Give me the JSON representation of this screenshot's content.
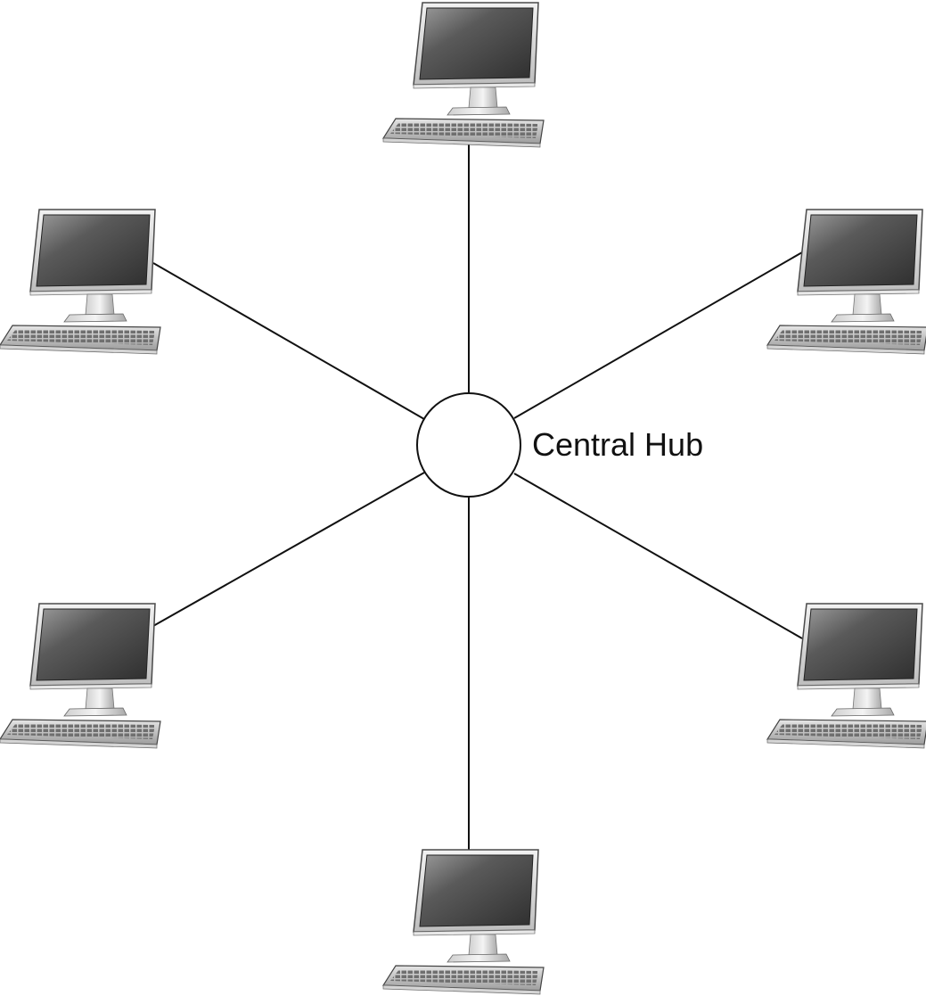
{
  "hub": {
    "label": "Central Hub"
  },
  "nodes": [
    {
      "name": "workstation-top",
      "icon": "desktop-computer-icon"
    },
    {
      "name": "workstation-upper-left",
      "icon": "desktop-computer-icon"
    },
    {
      "name": "workstation-upper-right",
      "icon": "desktop-computer-icon"
    },
    {
      "name": "workstation-lower-left",
      "icon": "desktop-computer-icon"
    },
    {
      "name": "workstation-lower-right",
      "icon": "desktop-computer-icon"
    },
    {
      "name": "workstation-bottom",
      "icon": "desktop-computer-icon"
    }
  ],
  "colors": {
    "line": "#111111",
    "monitor_bezel": "#d9d9d9",
    "screen_dark": "#3a3a3a",
    "screen_light": "#8a8a8a"
  }
}
